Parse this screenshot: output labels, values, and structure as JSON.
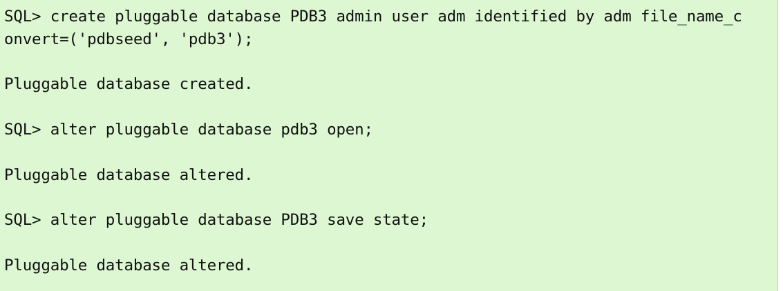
{
  "terminal": {
    "lines": [
      "SQL> create pluggable database PDB3 admin user adm identified by adm file_name_c",
      "onvert=('pdbseed', 'pdb3');",
      "",
      "Pluggable database created.",
      "",
      "SQL> alter pluggable database pdb3 open;",
      "",
      "Pluggable database altered.",
      "",
      "SQL> alter pluggable database PDB3 save state;",
      "",
      "Pluggable database altered."
    ]
  },
  "colors": {
    "background": "#dcf7d2",
    "text": "#111111"
  }
}
